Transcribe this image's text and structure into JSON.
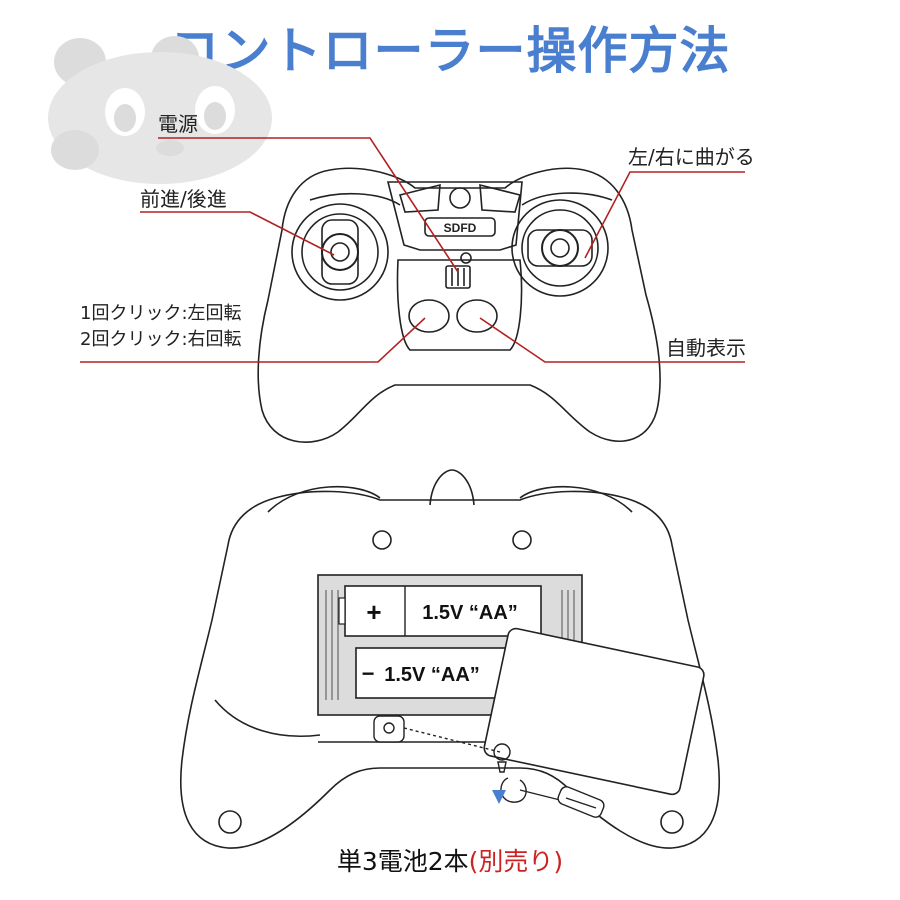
{
  "title": "コントローラー操作方法",
  "labels": {
    "power": "電源",
    "forward_back": "前進/後進",
    "turn": "左/右に曲がる",
    "click_line1": "1回クリック:左回転",
    "click_line2": "2回クリック:右回転",
    "auto_demo": "自動表示"
  },
  "logo_text": "SDFD",
  "battery": {
    "plus": "+",
    "spec_top": "1.5V “AA”",
    "minus": "−",
    "spec_bottom": "1.5V “AA”"
  },
  "caption": {
    "main": "単3電池2本",
    "note": "(別売り)"
  },
  "colors": {
    "title": "#4a7fd0",
    "leader_line": "#b22222",
    "note": "#cc2222",
    "watermark": "#d9d9d9"
  },
  "icons": [
    "panda-watermark-icon",
    "screwdriver-icon",
    "arrow-down-icon"
  ]
}
